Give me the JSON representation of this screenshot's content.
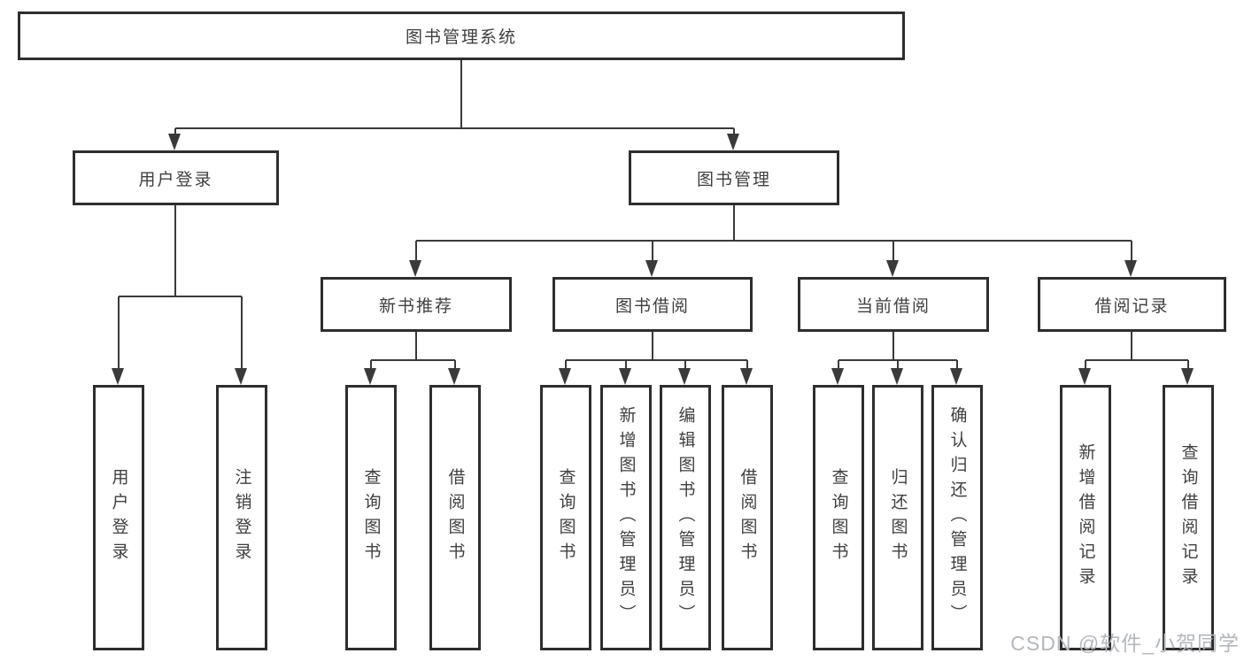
{
  "tree": {
    "label": "图书管理系统",
    "children": [
      {
        "label": "用户登录",
        "children": [
          {
            "label": "用户登录"
          },
          {
            "label": "注销登录"
          }
        ]
      },
      {
        "label": "图书管理",
        "children": [
          {
            "label": "新书推荐",
            "children": [
              {
                "label": "查询图书"
              },
              {
                "label": "借阅图书"
              }
            ]
          },
          {
            "label": "图书借阅",
            "children": [
              {
                "label": "查询图书"
              },
              {
                "label": "新增图书（管理员）"
              },
              {
                "label": "编辑图书（管理员）"
              },
              {
                "label": "借阅图书"
              }
            ]
          },
          {
            "label": "当前借阅",
            "children": [
              {
                "label": "查询图书"
              },
              {
                "label": "归还图书"
              },
              {
                "label": "确认归还（管理员）"
              }
            ]
          },
          {
            "label": "借阅记录",
            "children": [
              {
                "label": "新增借阅记录"
              },
              {
                "label": "查询借阅记录"
              }
            ]
          }
        ]
      }
    ]
  },
  "watermark": {
    "text": "CSDN @软件_小贺同学"
  },
  "colors": {
    "line": "#3a3a3a",
    "border": "#2e2e2e",
    "text": "#3f3f3f",
    "watermark": "#b4b8bd",
    "background": "#ffffff"
  }
}
